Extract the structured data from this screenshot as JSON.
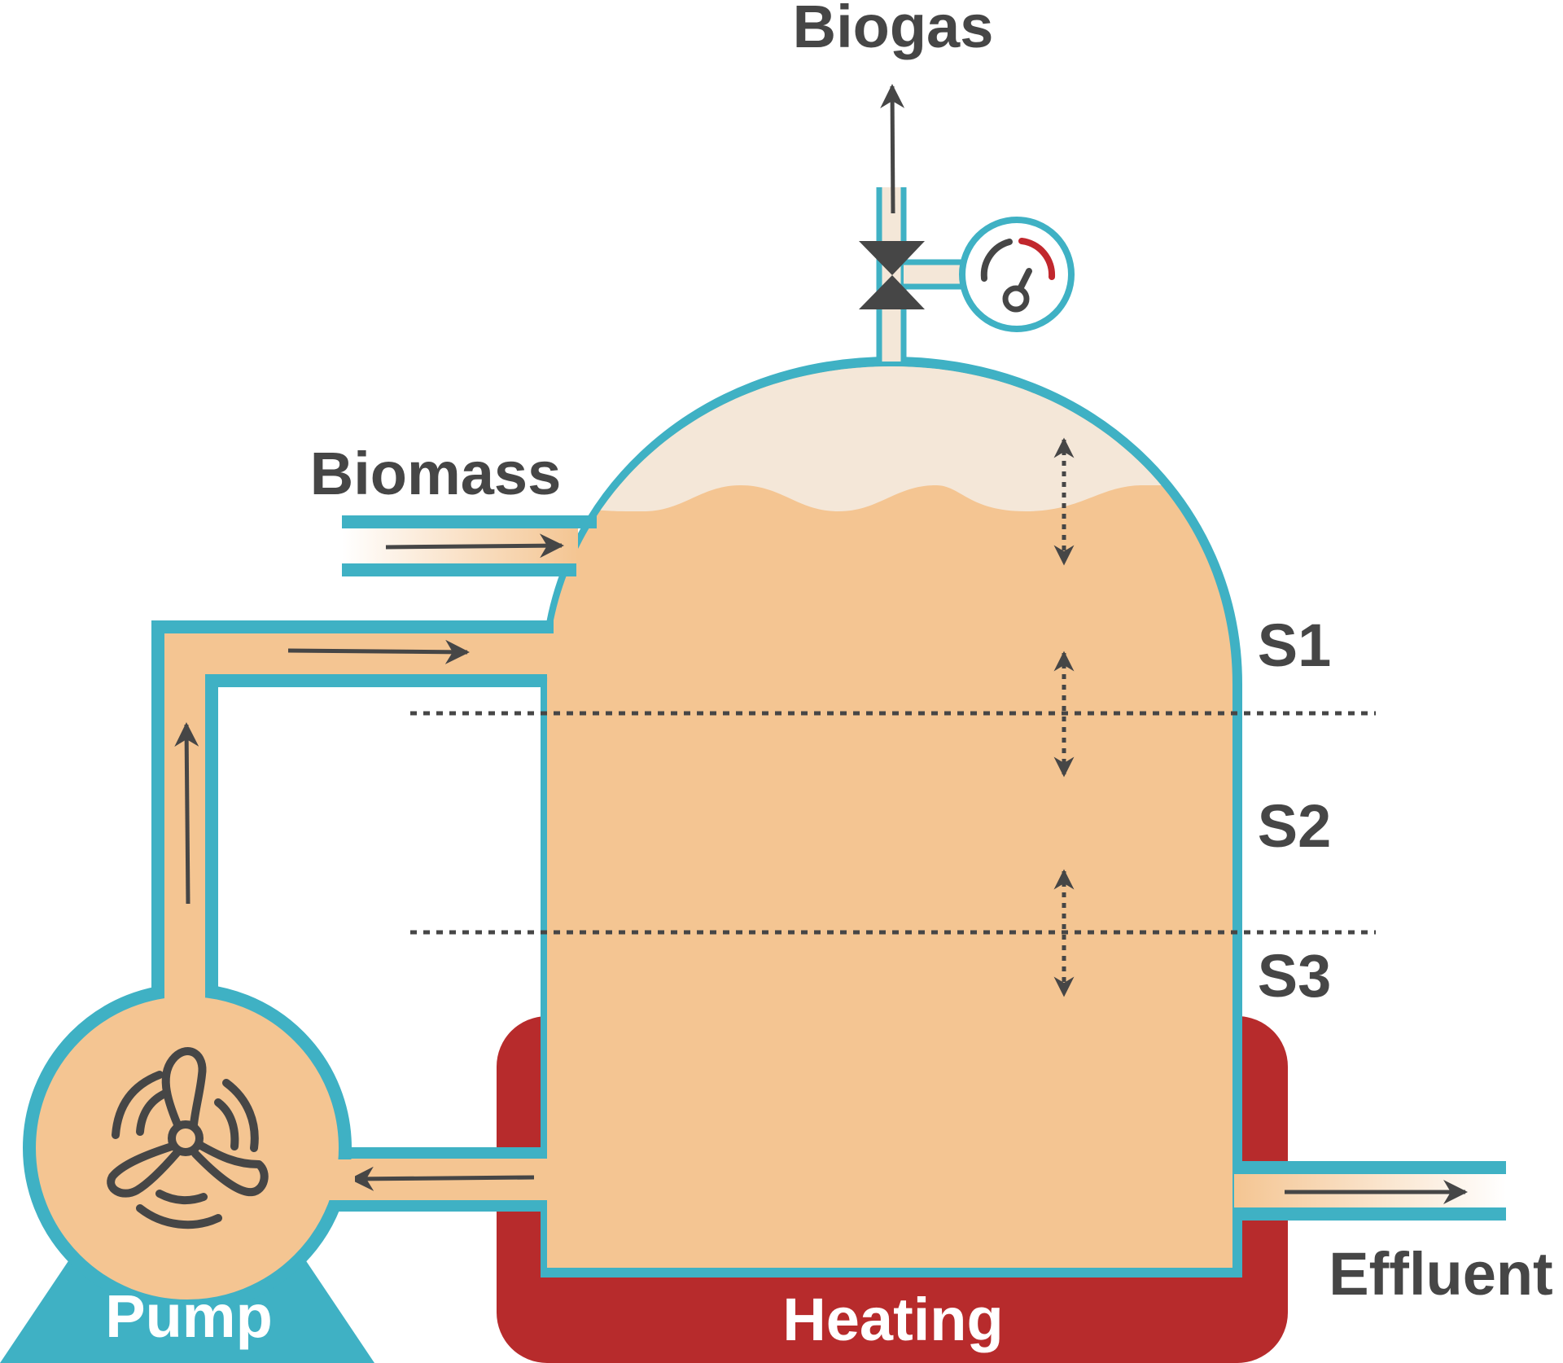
{
  "labels": {
    "biogas": "Biogas",
    "biomass": "Biomass",
    "effluent": "Effluent",
    "pump": "Pump",
    "heating": "Heating",
    "s1": "S1",
    "s2": "S2",
    "s3": "S3"
  },
  "colors": {
    "vessel_outline": "#3fb1c4",
    "liquid": "#f4c592",
    "headspace": "#f4e7d8",
    "heater": "#b72b2c",
    "pump_base": "#3fb1c4",
    "arrow": "#464646",
    "text": "#464646",
    "gauge_red": "#c1272d"
  },
  "icons": [
    "fan-icon",
    "gauge-icon",
    "valve-icon"
  ]
}
